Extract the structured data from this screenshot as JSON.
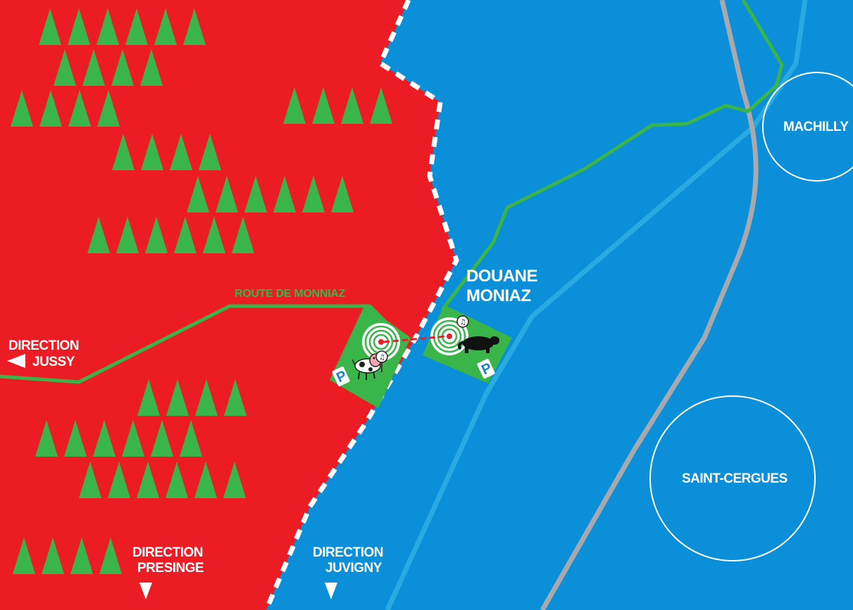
{
  "colors": {
    "france_area": "#0a8fd8",
    "switzerland_area": "#ec1c24",
    "forest": "#39b54a",
    "river": "#29abe2",
    "railway": "#a7a9ac",
    "border_dash": "#ffffff",
    "road": "#39b54a",
    "link_line": "#ec1c24"
  },
  "labels": {
    "route": "ROUTE DE MONNIAZ",
    "douane_line1": "DOUANE",
    "douane_line2": "MONIAZ",
    "machilly": "MACHILLY",
    "saint_cergues": "SAINT-CERGUES",
    "jussy_line1": "DIRECTION",
    "jussy_line2": "JUSSY",
    "presinge_line1": "DIRECTION",
    "presinge_line2": "PRESINGE",
    "juvigny_line1": "DIRECTION",
    "juvigny_line2": "JUVIGNY",
    "parking_left": "P",
    "parking_right": "P"
  },
  "icons": {
    "left_target": "concentric-target-icon",
    "right_target": "concentric-target-icon",
    "cow": "cow-icon",
    "cow_sign": "music-note-sign-icon",
    "dog": "black-dog-icon",
    "dog_sign": "music-note-sign-icon",
    "arrow_left": "arrow-left-icon",
    "arrow_down": "arrow-down-icon"
  }
}
